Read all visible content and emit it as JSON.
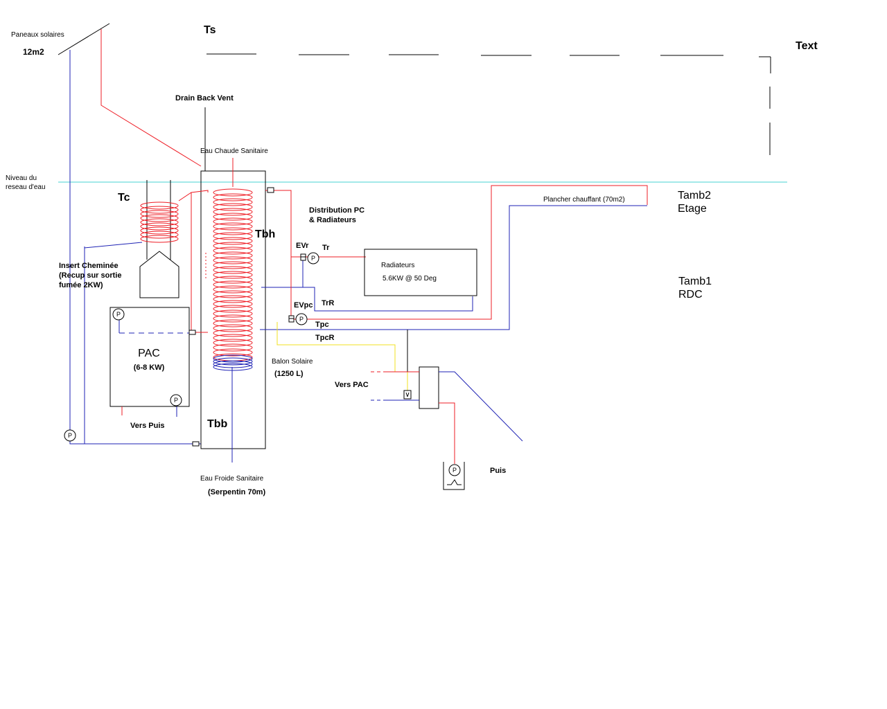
{
  "labels": {
    "panneaux": "Paneaux solaires",
    "surface": "12m2",
    "ts": "Ts",
    "text": "Text",
    "drain_back": "Drain Back Vent",
    "eau_chaude": "Eau Chaude Sanitaire",
    "niveau_1": "Niveau du",
    "niveau_2": "reseau d'eau",
    "tc": "Tc",
    "tbh": "Tbh",
    "distribution_1": "Distribution PC",
    "distribution_2": "& Radiateurs",
    "tamb2_1": "Tamb2",
    "tamb2_2": "Etage",
    "plancher": "Plancher chauffant (70m2)",
    "evr": "EVr",
    "tr": "Tr",
    "radiateurs": "Radiateurs",
    "radiateurs_power": "5.6KW @ 50 Deg",
    "tamb1_1": "Tamb1",
    "tamb1_2": "RDC",
    "insert_1": "Insert Cheminée",
    "insert_2": "(Recup sur sortie",
    "insert_3": "fumée 2KW)",
    "trr": "TrR",
    "evpc": "EVpc",
    "tpc": "Tpc",
    "tpcr": "TpcR",
    "pac": "PAC",
    "pac_power": "(6-8 KW)",
    "balon_1": "Balon Solaire",
    "balon_2": "(1250 L)",
    "vers_pac": "Vers PAC",
    "vers_puis": "Vers Puis",
    "tbb": "Tbb",
    "puis": "Puis",
    "eau_froide": "Eau Froide Sanitaire",
    "serpentin": "(Serpentin 70m)",
    "pump": "P"
  },
  "colors": {
    "hot": "#ee1c24",
    "cold": "#1e22b4",
    "level": "#46d2d2",
    "solar": "#f0e020",
    "structure": "#000000"
  }
}
